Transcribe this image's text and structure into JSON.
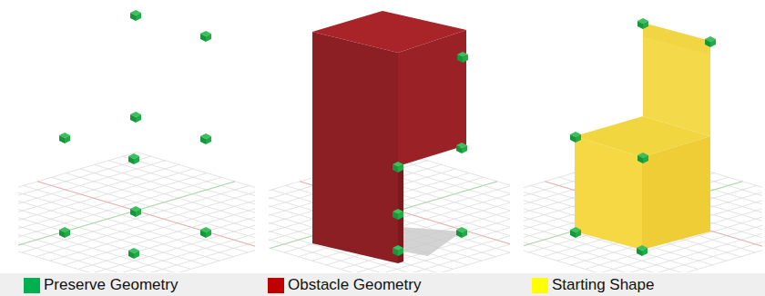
{
  "diagram": {
    "legend": [
      {
        "text": "Preserve Geometry",
        "color": "#00b050"
      },
      {
        "text": "Obstacle Geometry",
        "color": "#c00000"
      },
      {
        "text": "Starting Shape",
        "color": "#ffff00"
      }
    ]
  }
}
